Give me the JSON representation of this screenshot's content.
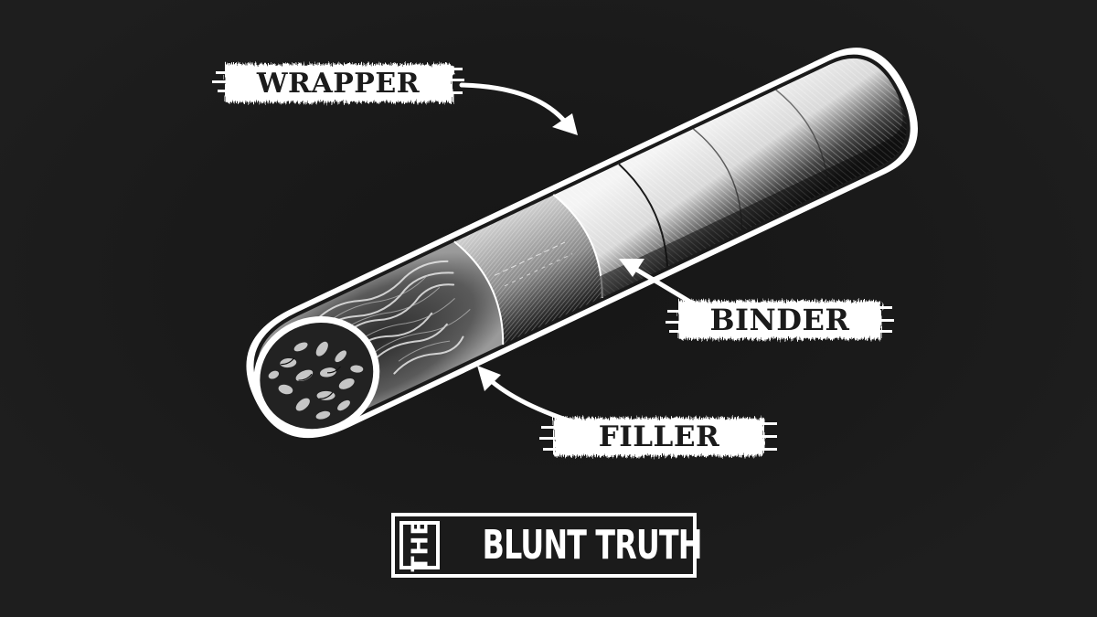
{
  "diagram": {
    "subject": "cigar / blunt anatomy",
    "background_color": "#1e1e1e",
    "foreground_color": "#ffffff",
    "label_text_color": "#1b1b1b",
    "labels": [
      {
        "id": "wrapper",
        "text": "WRAPPER",
        "points_to": "outer leaf layer"
      },
      {
        "id": "binder",
        "text": "BINDER",
        "points_to": "middle leaf layer"
      },
      {
        "id": "filler",
        "text": "FILLER",
        "points_to": "inner tobacco core"
      }
    ]
  },
  "logo": {
    "prefix": "THE",
    "name": "BLUNT TRUTH"
  }
}
